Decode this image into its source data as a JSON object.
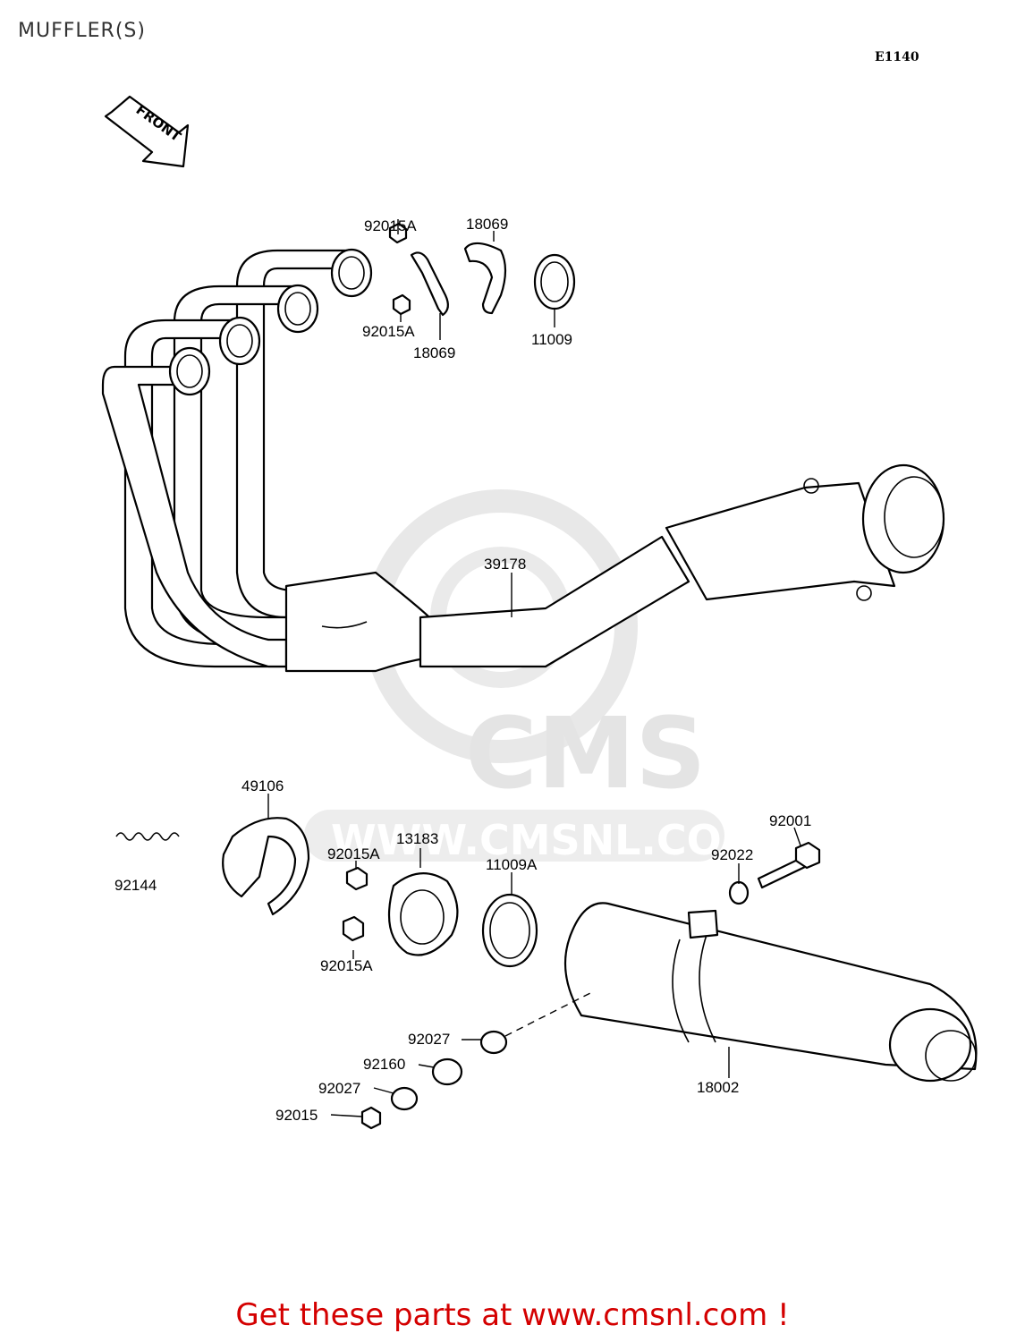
{
  "title": "MUFFLER(S)",
  "diagram_code": "E1140",
  "front_label": "FRONT",
  "watermark": {
    "brand": "CMS",
    "url": "WWW.CMSNL.COM"
  },
  "parts": {
    "p92015A_top": "92015A",
    "p18069_top": "18069",
    "p92015A_mid": "92015A",
    "p18069_bot": "18069",
    "p11009": "11009",
    "p39178": "39178",
    "p49106": "49106",
    "p92144": "92144",
    "p92015A_low1": "92015A",
    "p13183": "13183",
    "p11009A": "11009A",
    "p92015A_low2": "92015A",
    "p92001": "92001",
    "p92022": "92022",
    "p92027_a": "92027",
    "p92160": "92160",
    "p92027_b": "92027",
    "p92015": "92015",
    "p18002": "18002"
  },
  "footer": "Get these parts at www.cmsnl.com !"
}
